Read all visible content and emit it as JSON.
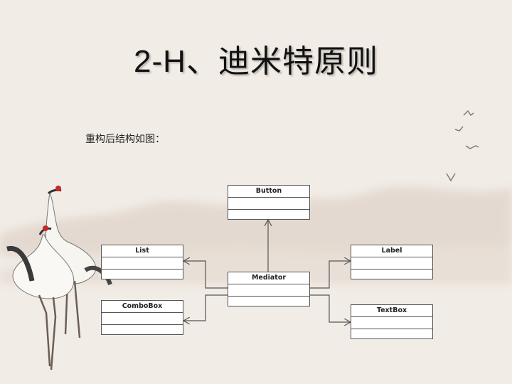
{
  "slide": {
    "title": "2-H、迪米特原则",
    "caption": "重构后结构如图："
  },
  "diagram": {
    "classes": {
      "button": "Button",
      "list": "List",
      "combobox": "ComboBox",
      "mediator": "Mediator",
      "label": "Label",
      "textbox": "TextBox"
    }
  },
  "colors": {
    "background": "#f1ece6",
    "line": "#555555",
    "box": "#ffffff"
  }
}
